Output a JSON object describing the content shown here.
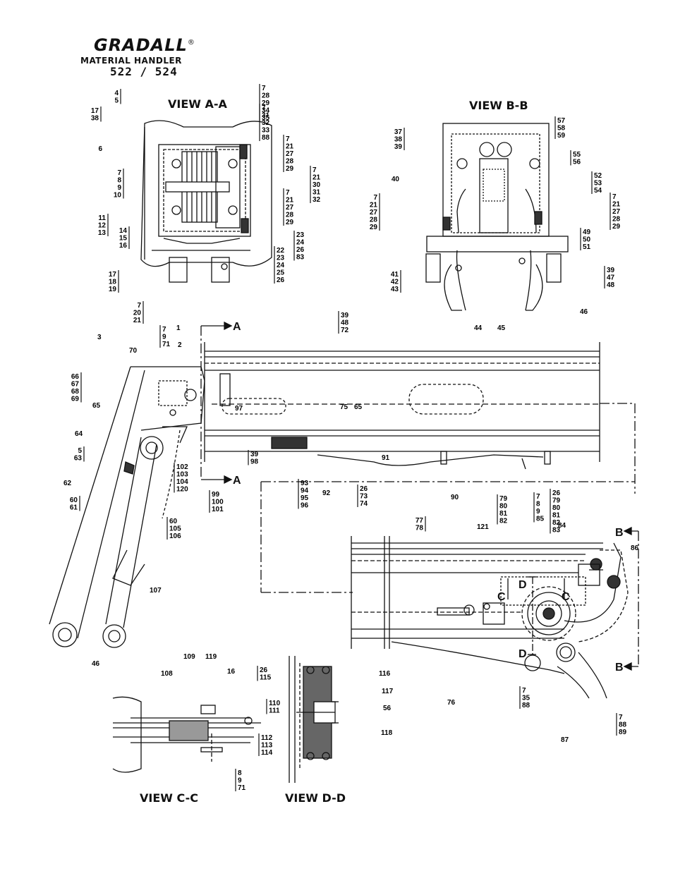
{
  "header": {
    "brand": "GRADALL",
    "registered": "®",
    "product": "MATERIAL HANDLER",
    "model": "522 / 524"
  },
  "views": {
    "aa": "VIEW A-A",
    "bb": "VIEW B-B",
    "cc": "VIEW C-C",
    "dd": "VIEW D-D"
  },
  "section_markers": [
    "A",
    "A",
    "B",
    "B",
    "C",
    "C",
    "D",
    "D"
  ],
  "callouts": {
    "aa": [
      {
        "lines": [
          "4",
          "5"
        ]
      },
      {
        "lines": [
          "17",
          "38"
        ]
      },
      {
        "lines": [
          "6"
        ]
      },
      {
        "lines": [
          "7",
          "8",
          "9",
          "10"
        ]
      },
      {
        "lines": [
          "11",
          "12",
          "13"
        ]
      },
      {
        "lines": [
          "14",
          "15",
          "16"
        ]
      },
      {
        "lines": [
          "17",
          "18",
          "19"
        ]
      },
      {
        "lines": [
          "7",
          "20",
          "21"
        ]
      },
      {
        "lines": [
          "7",
          "28",
          "29",
          "34",
          "35"
        ]
      },
      {
        "lines": [
          "7",
          "31",
          "32",
          "33",
          "88"
        ]
      },
      {
        "lines": [
          "7",
          "21",
          "27",
          "28",
          "29"
        ]
      },
      {
        "lines": [
          "7",
          "21",
          "30",
          "31",
          "32"
        ]
      },
      {
        "lines": [
          "7",
          "21",
          "27",
          "28",
          "29"
        ]
      },
      {
        "lines": [
          "23",
          "24",
          "26",
          "83"
        ]
      },
      {
        "lines": [
          "22",
          "23",
          "24",
          "25",
          "26"
        ]
      }
    ],
    "bb": [
      {
        "lines": [
          "37",
          "38",
          "39"
        ]
      },
      {
        "lines": [
          "40"
        ]
      },
      {
        "lines": [
          "7",
          "21",
          "27",
          "28",
          "29"
        ]
      },
      {
        "lines": [
          "41",
          "42",
          "43"
        ]
      },
      {
        "lines": [
          "44"
        ]
      },
      {
        "lines": [
          "45"
        ]
      },
      {
        "lines": [
          "46"
        ]
      },
      {
        "lines": [
          "57",
          "58",
          "59"
        ]
      },
      {
        "lines": [
          "55",
          "56"
        ]
      },
      {
        "lines": [
          "52",
          "53",
          "54"
        ]
      },
      {
        "lines": [
          "7",
          "21",
          "27",
          "28",
          "29"
        ]
      },
      {
        "lines": [
          "49",
          "50",
          "51"
        ]
      },
      {
        "lines": [
          "39",
          "47",
          "48"
        ]
      }
    ],
    "main": [
      {
        "lines": [
          "3"
        ]
      },
      {
        "lines": [
          "1"
        ]
      },
      {
        "lines": [
          "2"
        ]
      },
      {
        "lines": [
          "7",
          "9",
          "71"
        ]
      },
      {
        "lines": [
          "70"
        ]
      },
      {
        "lines": [
          "66",
          "67",
          "68",
          "69"
        ]
      },
      {
        "lines": [
          "65"
        ]
      },
      {
        "lines": [
          "64"
        ]
      },
      {
        "lines": [
          "5",
          "63"
        ]
      },
      {
        "lines": [
          "62"
        ]
      },
      {
        "lines": [
          "60",
          "61"
        ]
      },
      {
        "lines": [
          "102",
          "103",
          "104",
          "120"
        ]
      },
      {
        "lines": [
          "99",
          "100",
          "101"
        ]
      },
      {
        "lines": [
          "60",
          "105",
          "106"
        ]
      },
      {
        "lines": [
          "107"
        ]
      },
      {
        "lines": [
          "46"
        ]
      },
      {
        "lines": [
          "39",
          "48",
          "72"
        ]
      },
      {
        "lines": [
          "97"
        ]
      },
      {
        "lines": [
          "75"
        ]
      },
      {
        "lines": [
          "65"
        ]
      },
      {
        "lines": [
          "39",
          "98"
        ]
      },
      {
        "lines": [
          "93",
          "94",
          "95",
          "96"
        ]
      },
      {
        "lines": [
          "92"
        ]
      },
      {
        "lines": [
          "26",
          "73",
          "74"
        ]
      },
      {
        "lines": [
          "91"
        ]
      },
      {
        "lines": [
          "90"
        ]
      },
      {
        "lines": [
          "77",
          "78"
        ]
      },
      {
        "lines": [
          "121"
        ]
      },
      {
        "lines": [
          "79",
          "80",
          "81",
          "82"
        ]
      },
      {
        "lines": [
          "7",
          "8",
          "9",
          "85"
        ]
      },
      {
        "lines": [
          "26",
          "79",
          "80",
          "81",
          "82",
          "83"
        ]
      },
      {
        "lines": [
          "84"
        ]
      },
      {
        "lines": [
          "86"
        ]
      },
      {
        "lines": [
          "76"
        ]
      },
      {
        "lines": [
          "7",
          "35",
          "88"
        ]
      },
      {
        "lines": [
          "87"
        ]
      },
      {
        "lines": [
          "7",
          "88",
          "89"
        ]
      }
    ],
    "cc": [
      {
        "lines": [
          "109"
        ]
      },
      {
        "lines": [
          "119"
        ]
      },
      {
        "lines": [
          "108"
        ]
      },
      {
        "lines": [
          "16"
        ]
      },
      {
        "lines": [
          "110",
          "111"
        ]
      },
      {
        "lines": [
          "112",
          "113",
          "114"
        ]
      },
      {
        "lines": [
          "8",
          "9",
          "71"
        ]
      }
    ],
    "dd": [
      {
        "lines": [
          "26",
          "115"
        ]
      },
      {
        "lines": [
          "116"
        ]
      },
      {
        "lines": [
          "117"
        ]
      },
      {
        "lines": [
          "56"
        ]
      },
      {
        "lines": [
          "118"
        ]
      }
    ]
  }
}
